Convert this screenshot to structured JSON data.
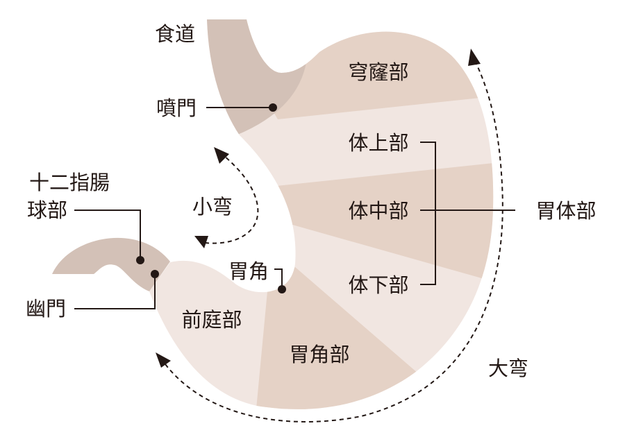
{
  "colors": {
    "dark": "#d3c1b7",
    "medium": "#e5d2c6",
    "light": "#f1e6e1",
    "ink": "#231815"
  },
  "labels": {
    "esophagus": "食道",
    "fundus": "穹窿部",
    "cardia": "噴門",
    "upper_body": "体上部",
    "middle_body": "体中部",
    "lower_body": "体下部",
    "body": "胃体部",
    "duodenum": "十二指腸",
    "bulb": "球部",
    "pylorus": "幽門",
    "lesser_curvature": "小弯",
    "angle": "胃角",
    "antrum": "前庭部",
    "angular_region": "胃角部",
    "greater_curvature": "大弯"
  }
}
